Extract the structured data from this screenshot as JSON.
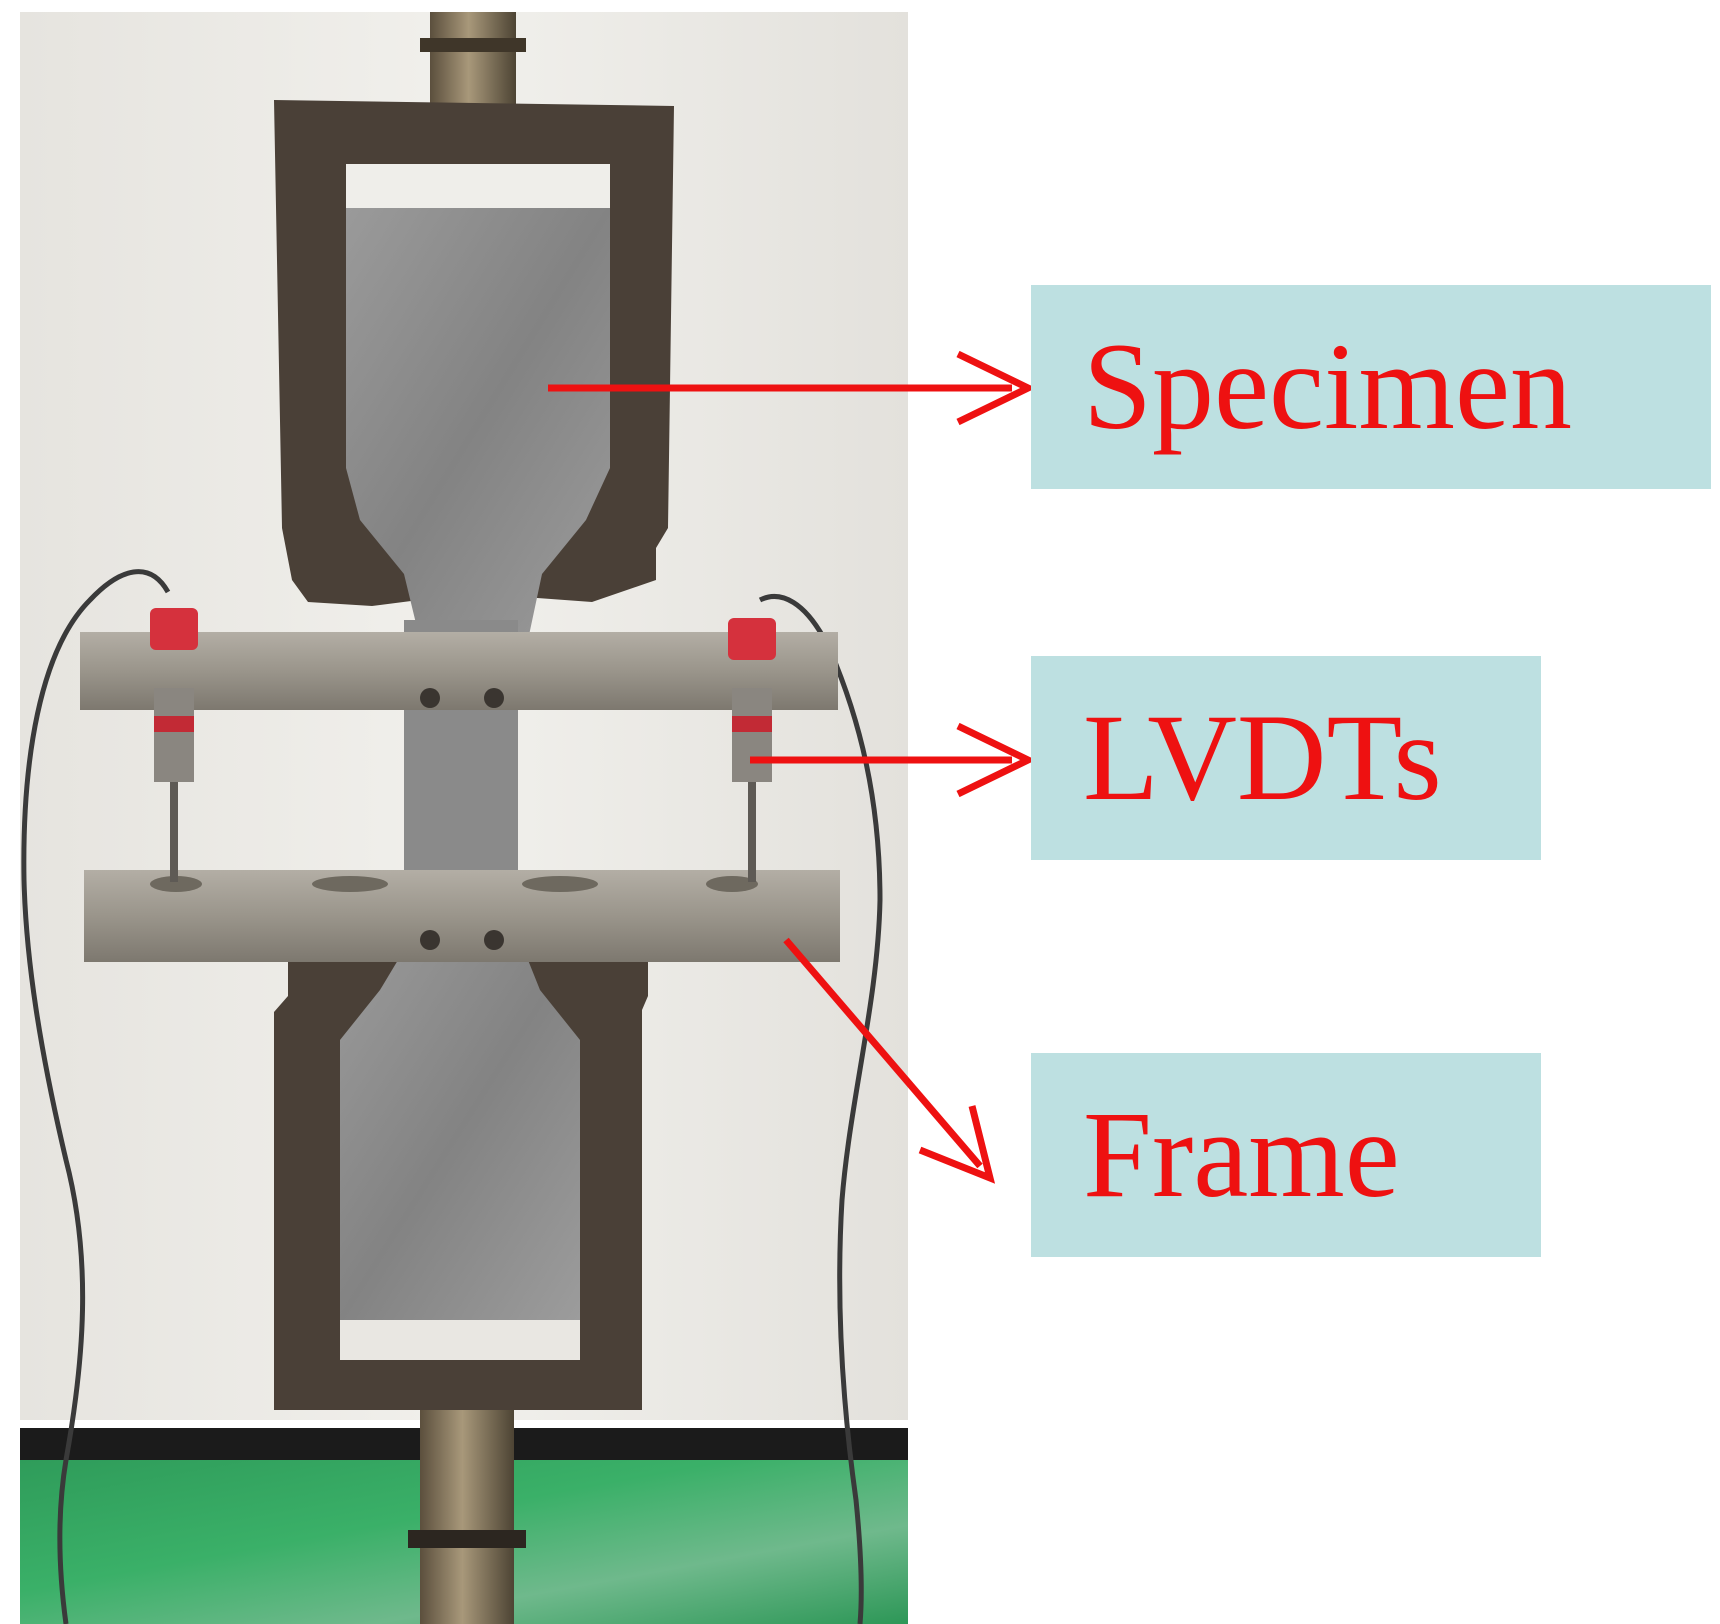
{
  "labels": {
    "specimen": "Specimen",
    "lvdts": "LVDTs",
    "frame": "Frame"
  },
  "colors": {
    "label_background": "#bde0e1",
    "label_text": "#ee1111",
    "arrow": "#ee1111",
    "wall": "#efeeea",
    "grip_dark": "#4a4037",
    "specimen_gray": "#8e8e8e",
    "steel_bar": "#9a958b",
    "sensor_cap": "#d5313d",
    "floor_green": "#2aa35a",
    "floor_band": "#1b1b1b",
    "cable": "#3a3a3a"
  },
  "icons": {
    "arrow_head": "arrow-head-icon"
  }
}
